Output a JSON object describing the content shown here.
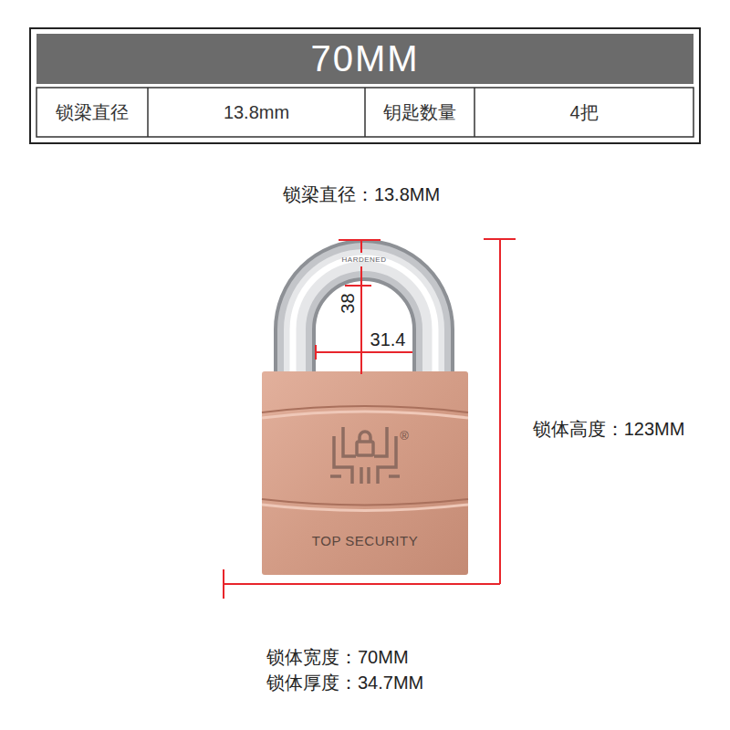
{
  "diagram": {
    "title": "70MM",
    "nodes": [
      {
        "text": [
          "TOP SECURITY"
        ]
      }
    ],
    "labels": [
      "锁梁直径",
      "13.8mm",
      "钥匙数量",
      "4把",
      "锁梁直径：13.8MM",
      "HARDENED",
      "38",
      "31.4",
      "®",
      "锁体高度：123MM",
      "锁体宽度：70MM",
      "锁体厚度：34.7MM"
    ]
  }
}
